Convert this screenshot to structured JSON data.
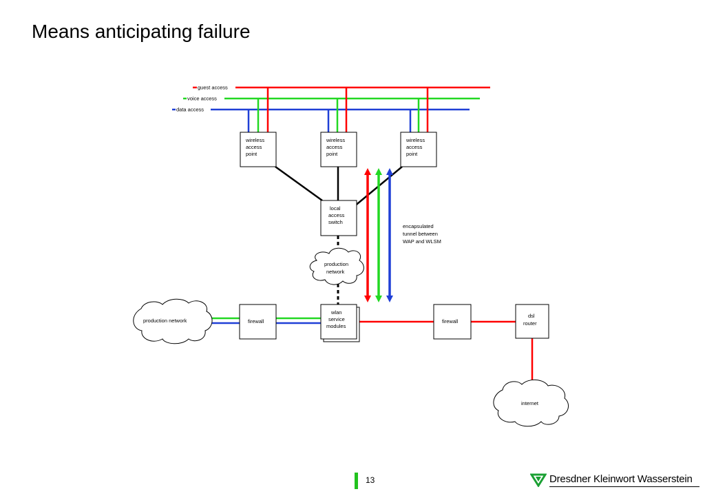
{
  "slide": {
    "title": "Means anticipating failure",
    "page_number": "13",
    "brand_name": "Dresdner Kleinwort Wasserstein"
  },
  "colors": {
    "guest": "#ff0000",
    "voice": "#22d822",
    "data": "#1f3fd6",
    "accent_bar": "#22c21e",
    "brand_logo": "#1aa033"
  },
  "diagram": {
    "buses": {
      "guest": "guest access",
      "voice": "voice access",
      "data": "data access"
    },
    "ap1": [
      "wireless",
      "access",
      "point"
    ],
    "ap2": [
      "wireless",
      "access",
      "point"
    ],
    "ap3": [
      "wireless",
      "access",
      "point"
    ],
    "switch": [
      "local",
      "access",
      "switch"
    ],
    "prod_cloud_center": [
      "production",
      "network"
    ],
    "wlsm": [
      "wlan",
      "service",
      "modules"
    ],
    "firewall_left": "firewall",
    "firewall_right": "firewall",
    "dsl_router": [
      "dsl",
      "router"
    ],
    "prod_cloud_left": "production network",
    "internet": "internet",
    "tunnel_label": [
      "encapsulated",
      "tunnel between",
      "WAP and WLSM"
    ]
  }
}
